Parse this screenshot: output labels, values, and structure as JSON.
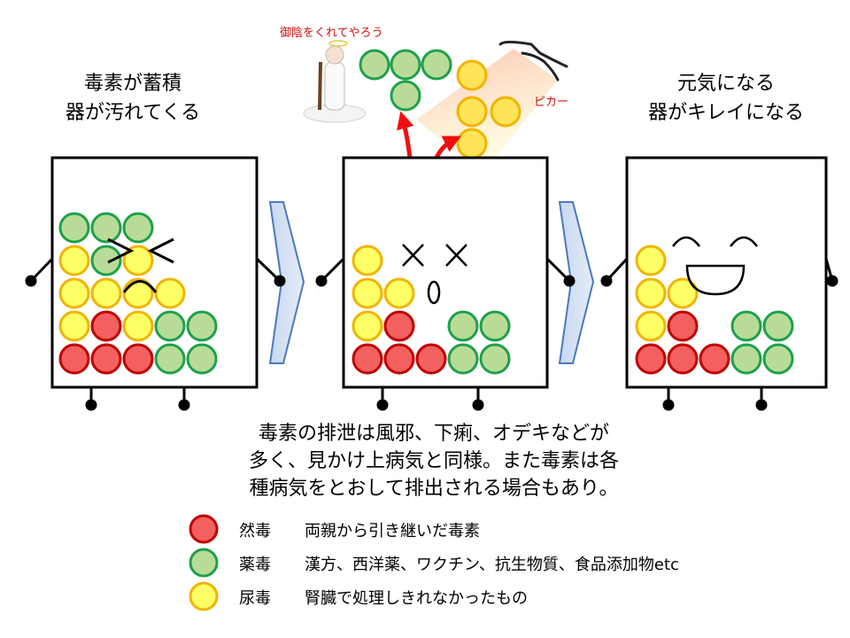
{
  "left_heading": {
    "line1": "毒素が蓄積",
    "line2": "器が汚れてくる"
  },
  "right_heading": {
    "line1": "元気になる",
    "line2": "器がキレイになる"
  },
  "god_caption": "御陰をくれてやろう",
  "flash_caption": "ピカー",
  "description": {
    "line1": "毒素の排泄は風邪、下痢、オデキなどが",
    "line2": "多く、見かけ上病気と同様。また毒素は各",
    "line3": "種病気をとおして排出される場合もあり。"
  },
  "legend": [
    {
      "name": "然毒",
      "desc": "両親から引き継いだ毒素",
      "color": "#f26060"
    },
    {
      "name": "薬毒",
      "desc": "漢方、西洋薬、ワクチン、抗生物質、食品添加物etc",
      "color": "#b8dc98"
    },
    {
      "name": "尿毒",
      "desc": "腎臓で処理しきれなかったもの",
      "color": "#ffff66"
    }
  ],
  "colors": {
    "red_fill": "#f26060",
    "red_stroke": "#c00000",
    "green_fill": "#b8dc98",
    "green_stroke": "#1ea04a",
    "yellow_fill": "#ffff66",
    "yellow_stroke": "#f0b400",
    "arrow_red": "#ee1010",
    "caption_red": "#d01010"
  }
}
